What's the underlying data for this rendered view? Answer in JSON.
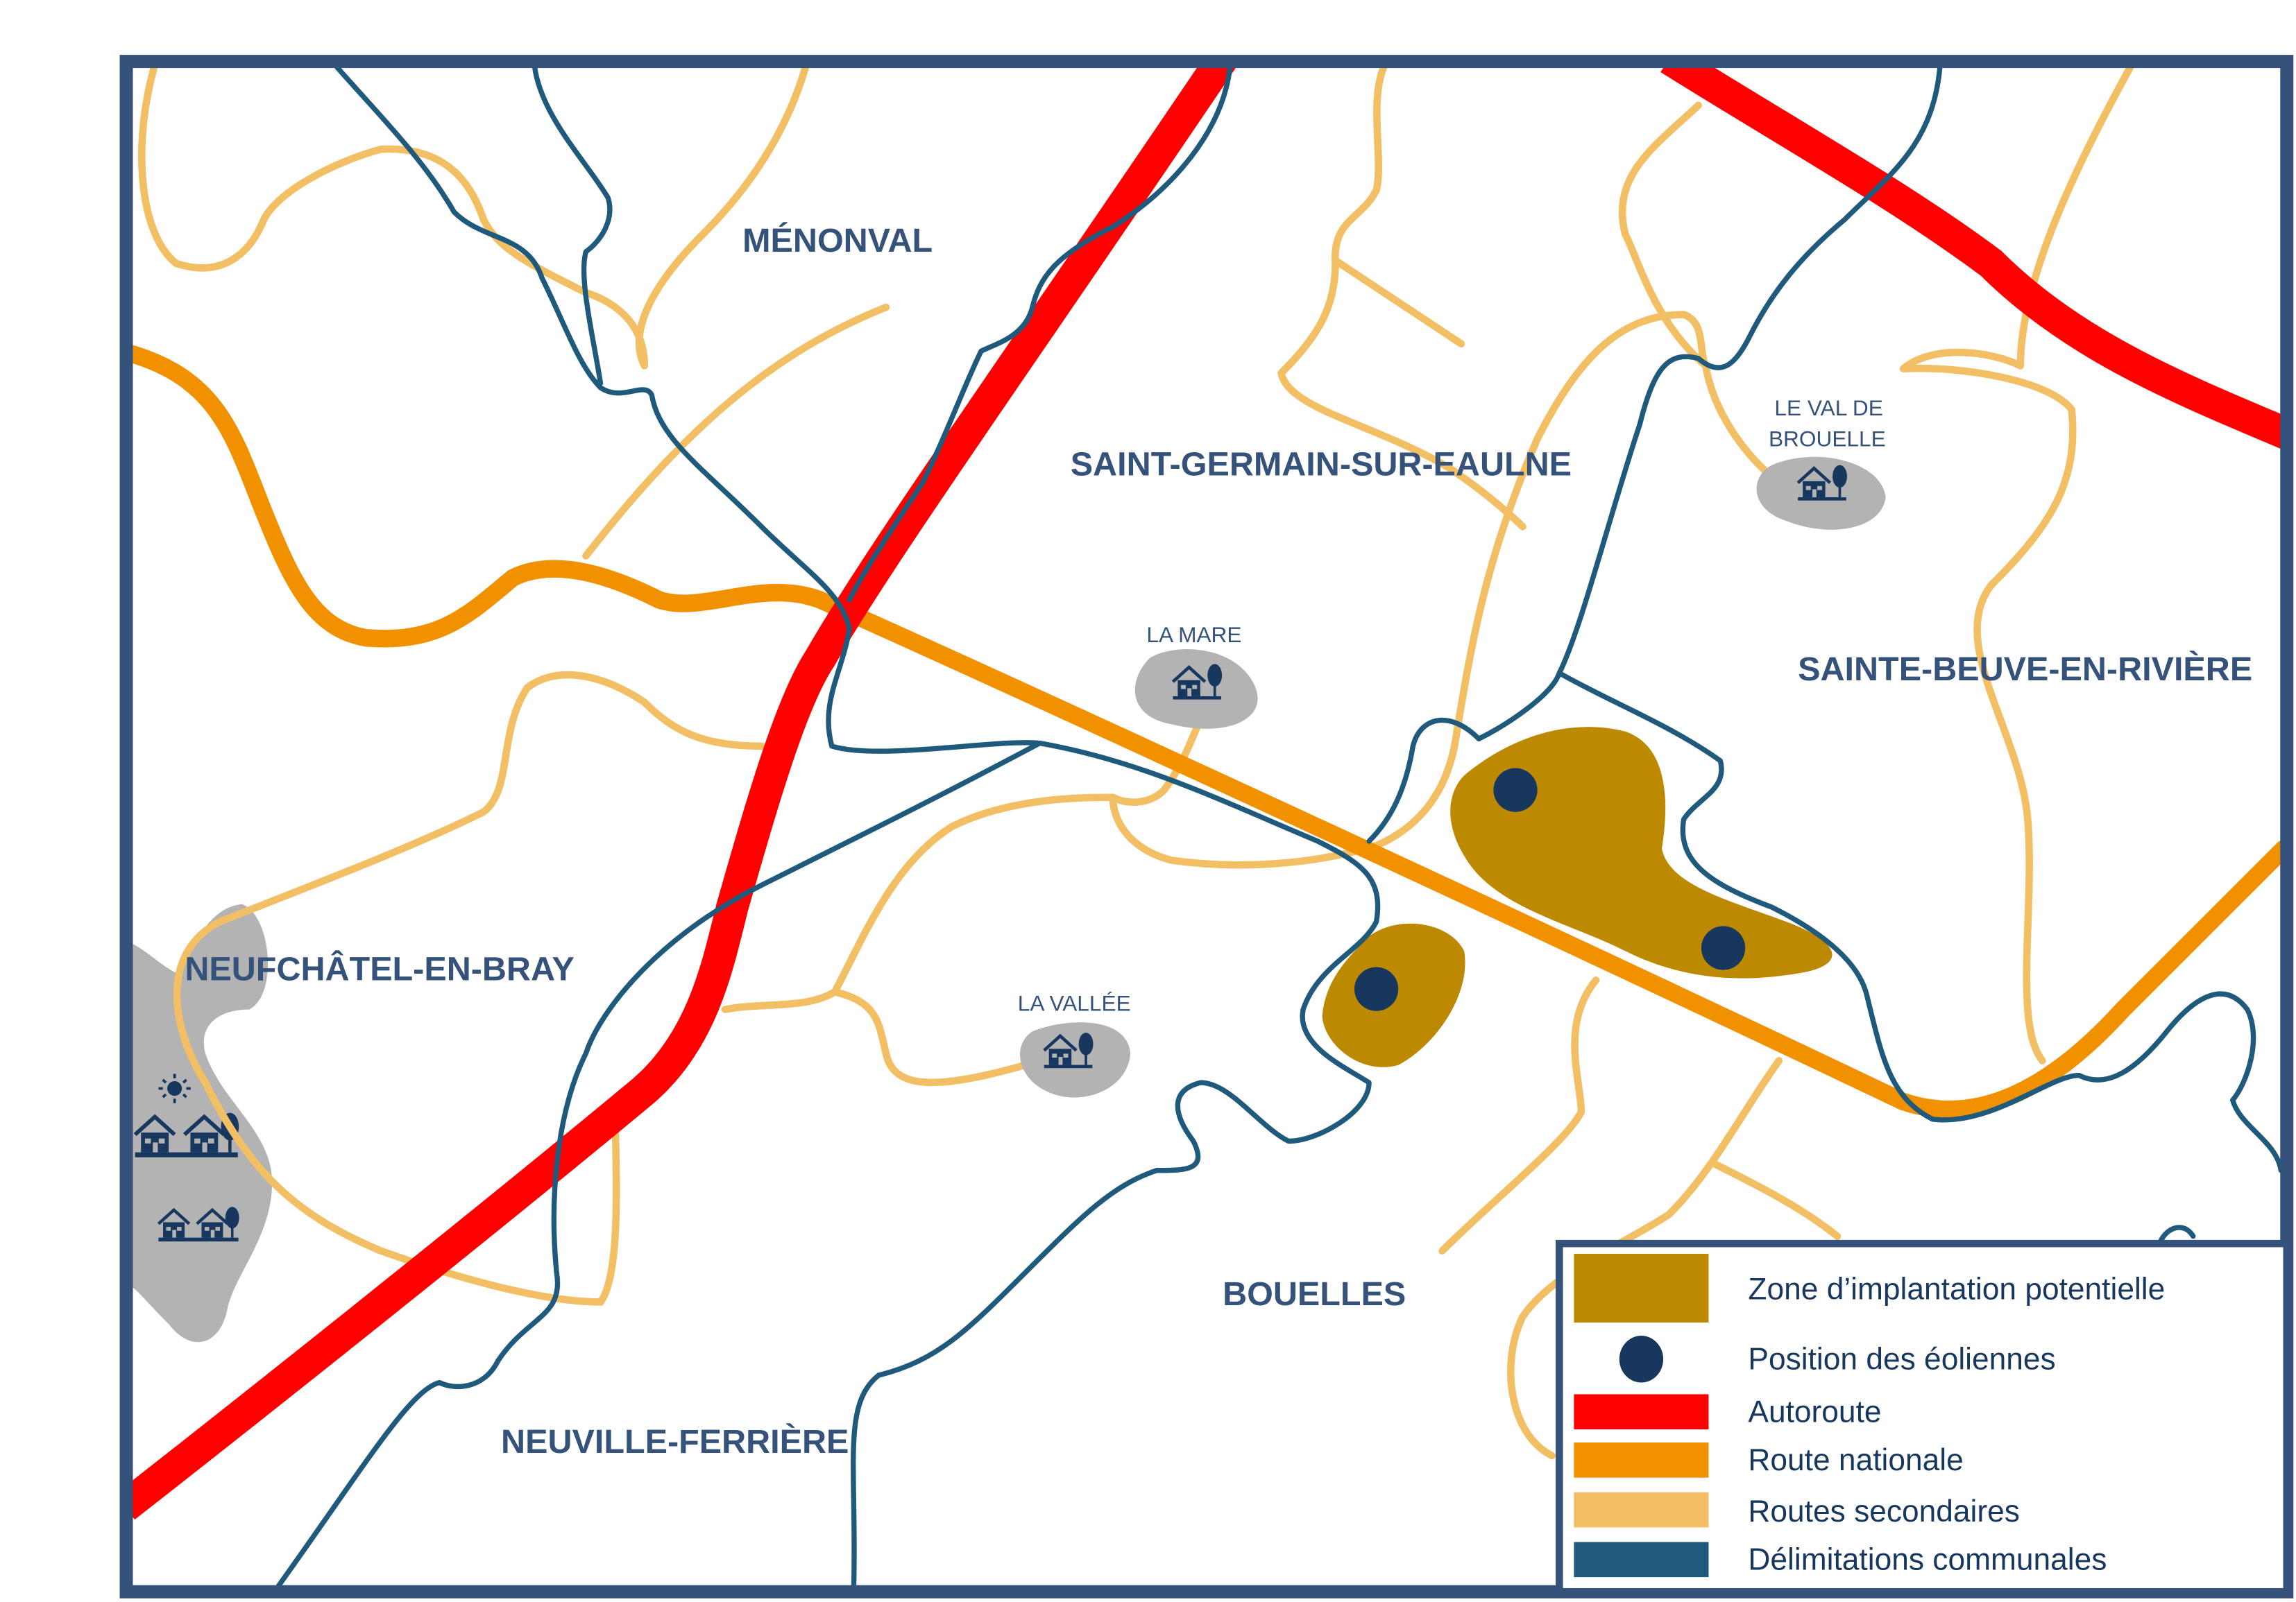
{
  "colors": {
    "frame": "#34527a",
    "zone": "#bd8900",
    "turbine": "#17375e",
    "autoroute": "#ff0000",
    "route_nationale": "#f29100",
    "routes_secondaires": "#f3bf64",
    "delimitations": "#1f5a7c",
    "hamlet": "#b3b3b3",
    "label": "#34527a"
  },
  "communes": {
    "menonval": "MÉNONVAL",
    "saint_germain": "SAINT-GERMAIN-SUR-EAULNE",
    "sainte_beuve": "SAINTE-BEUVE-EN-RIVIÈRE",
    "neufchatel": "NEUFCHÂTEL-EN-BRAY",
    "bouelles": "BOUELLES",
    "neuville": "NEUVILLE-FERRIÈRE"
  },
  "hamlets": {
    "la_mare": "LA MARE",
    "la_vallee": "LA VALLÉE",
    "val_de_brouelle_1": "LE VAL DE",
    "val_de_brouelle_2": "BROUELLE"
  },
  "icons": [
    "house-tree-icon",
    "sun-icon"
  ],
  "legend": {
    "zone": "Zone d’implantation potentielle",
    "turbines": "Position des éoliennes",
    "autoroute": "Autoroute",
    "nationale": "Route nationale",
    "secondaires": "Routes secondaires",
    "delimitations": "Délimitations communales"
  }
}
